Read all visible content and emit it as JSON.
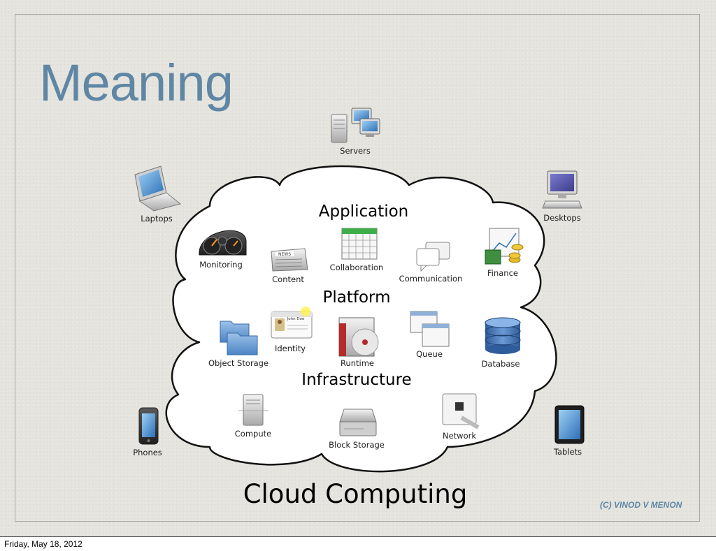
{
  "slide": {
    "title": "Meaning",
    "caption": "Cloud Computing",
    "copyright": "(C) VINOD V MENON"
  },
  "footer": {
    "date": "Friday, May 18, 2012"
  },
  "devices": {
    "servers": "Servers",
    "laptops": "Laptops",
    "desktops": "Desktops",
    "phones": "Phones",
    "tablets": "Tablets"
  },
  "layers": {
    "application": {
      "header": "Application",
      "items": {
        "monitoring": "Monitoring",
        "content": "Content",
        "collaboration": "Collaboration",
        "communication": "Communication",
        "finance": "Finance"
      }
    },
    "platform": {
      "header": "Platform",
      "items": {
        "object_storage": "Object Storage",
        "identity": "Identity",
        "runtime": "Runtime",
        "queue": "Queue",
        "database": "Database"
      }
    },
    "infrastructure": {
      "header": "Infrastructure",
      "items": {
        "compute": "Compute",
        "block_storage": "Block Storage",
        "network": "Network"
      }
    }
  },
  "icon_badges": {
    "news": "NEWS",
    "id_name": "John Doe"
  },
  "colors": {
    "title": "#5f87a5",
    "background": "#e5e4de",
    "cloud_fill": "#ffffff",
    "cloud_stroke": "#111111"
  }
}
